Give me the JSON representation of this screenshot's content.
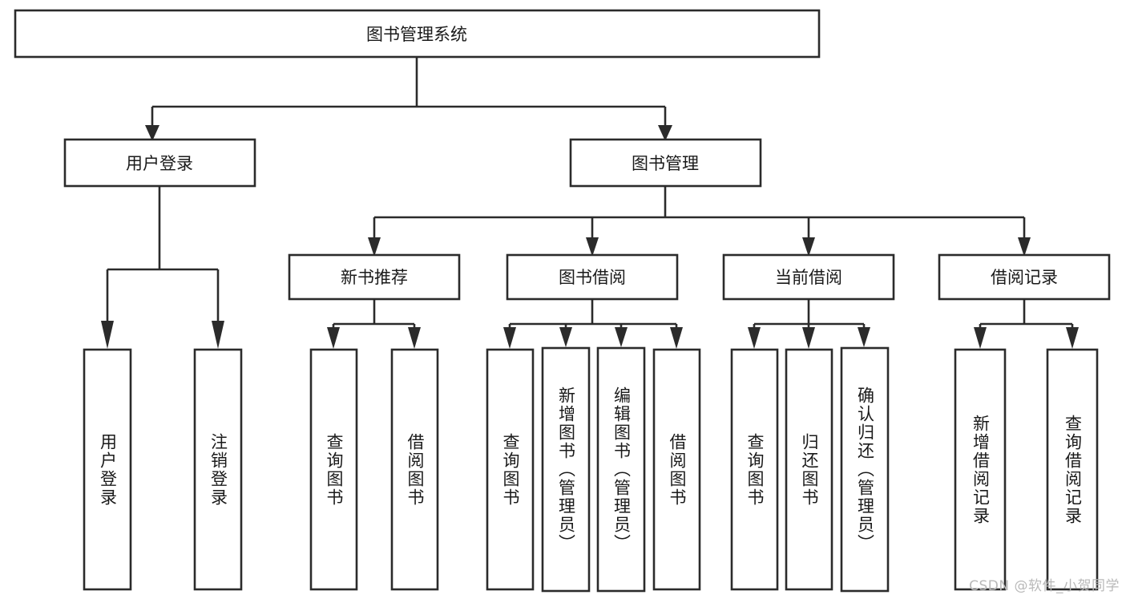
{
  "diagram": {
    "type": "tree",
    "title_node": {
      "id": "root",
      "label": "图书管理系统",
      "orientation": "horizontal"
    },
    "level2": [
      {
        "id": "user-login",
        "label": "用户登录",
        "orientation": "horizontal"
      },
      {
        "id": "book-manage",
        "label": "图书管理",
        "orientation": "horizontal"
      }
    ],
    "level3": [
      {
        "id": "new-book-recommend",
        "label": "新书推荐",
        "orientation": "horizontal",
        "parent": "book-manage"
      },
      {
        "id": "book-borrow",
        "label": "图书借阅",
        "orientation": "horizontal",
        "parent": "book-manage"
      },
      {
        "id": "current-borrow",
        "label": "当前借阅",
        "orientation": "horizontal",
        "parent": "book-manage"
      },
      {
        "id": "borrow-record",
        "label": "借阅记录",
        "orientation": "horizontal",
        "parent": "book-manage"
      }
    ],
    "leaves": [
      {
        "id": "leaf-user-login",
        "label": "用户登录",
        "parent": "user-login",
        "orientation": "vertical"
      },
      {
        "id": "leaf-user-logout",
        "label": "注销登录",
        "parent": "user-login",
        "orientation": "vertical"
      },
      {
        "id": "leaf-query-book-1",
        "label": "查询图书",
        "parent": "new-book-recommend",
        "orientation": "vertical"
      },
      {
        "id": "leaf-borrow-book-1",
        "label": "借阅图书",
        "parent": "new-book-recommend",
        "orientation": "vertical"
      },
      {
        "id": "leaf-query-book-2",
        "label": "查询图书",
        "parent": "book-borrow",
        "orientation": "vertical"
      },
      {
        "id": "leaf-add-book",
        "label": "新增图书（管理员）",
        "parent": "book-borrow",
        "orientation": "vertical"
      },
      {
        "id": "leaf-edit-book",
        "label": "编辑图书（管理员）",
        "parent": "book-borrow",
        "orientation": "vertical"
      },
      {
        "id": "leaf-borrow-book-2",
        "label": "借阅图书",
        "parent": "book-borrow",
        "orientation": "vertical"
      },
      {
        "id": "leaf-query-book-3",
        "label": "查询图书",
        "parent": "current-borrow",
        "orientation": "vertical"
      },
      {
        "id": "leaf-return-book",
        "label": "归还图书",
        "parent": "current-borrow",
        "orientation": "vertical"
      },
      {
        "id": "leaf-confirm-return",
        "label": "确认归还（管理员）",
        "parent": "current-borrow",
        "orientation": "vertical"
      },
      {
        "id": "leaf-add-record",
        "label": "新增借阅记录",
        "parent": "borrow-record",
        "orientation": "vertical"
      },
      {
        "id": "leaf-query-record",
        "label": "查询借阅记录",
        "parent": "borrow-record",
        "orientation": "vertical"
      }
    ],
    "colors": {
      "stroke": "#2b2b2b",
      "fill": "#ffffff",
      "text": "#1a1a1a",
      "watermark": "#b9b9b9"
    }
  },
  "watermark": {
    "text": "CSDN @软件_小贺同学"
  }
}
